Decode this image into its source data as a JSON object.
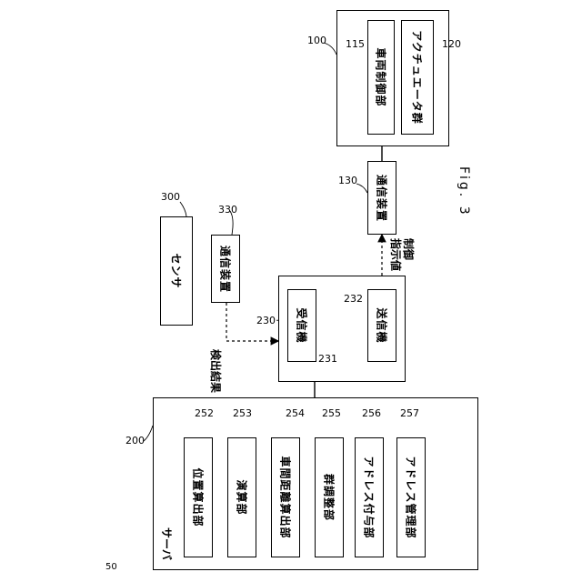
{
  "figure_label": "Fig. 3",
  "page_number": "50",
  "vehicle": {
    "ref": "100",
    "control_unit": {
      "ref": "115",
      "label": "車両制御部"
    },
    "actuators": {
      "ref": "120",
      "label": "アクチュエータ群"
    }
  },
  "vehicle_comm": {
    "ref": "130",
    "label": "通信装置"
  },
  "sensor": {
    "ref": "300",
    "label": "センサ"
  },
  "sensor_comm": {
    "ref": "330",
    "label": "通信装置"
  },
  "transceiver": {
    "ref": "230",
    "receiver": {
      "ref": "231",
      "label": "受信機"
    },
    "transmitter": {
      "ref": "232",
      "label": "送信機"
    }
  },
  "server": {
    "ref": "200",
    "label": "サーバ",
    "units": [
      {
        "ref": "252",
        "label": "位置算出部"
      },
      {
        "ref": "253",
        "label": "演算部"
      },
      {
        "ref": "254",
        "label": "車間距離算出部"
      },
      {
        "ref": "255",
        "label": "群調整部"
      },
      {
        "ref": "256",
        "label": "アドレス付与部"
      },
      {
        "ref": "257",
        "label": "アドレス管理部"
      }
    ]
  },
  "arrows": {
    "detection_result": "検出結果",
    "control_command_1": "制御",
    "control_command_2": "指示値"
  }
}
